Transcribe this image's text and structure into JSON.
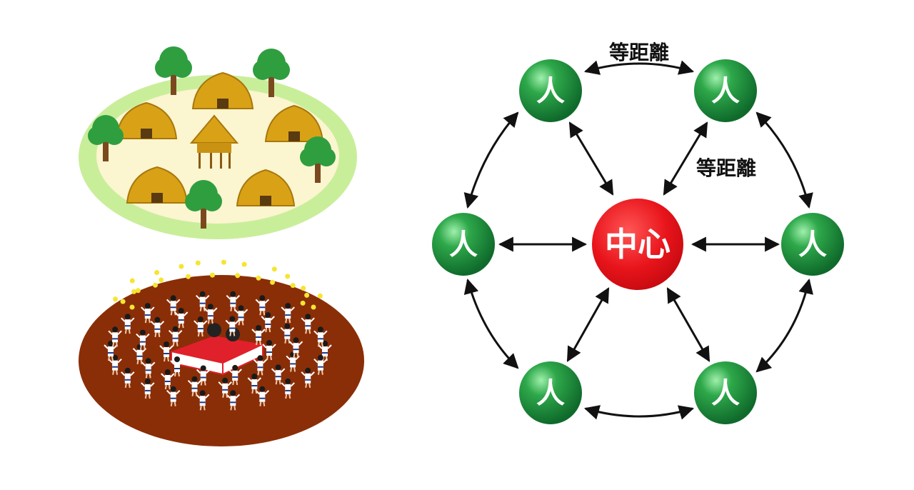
{
  "diagram": {
    "center_label": "中心",
    "node_label": "人",
    "nodes": [
      {
        "id": "top-left"
      },
      {
        "id": "top-right"
      },
      {
        "id": "right"
      },
      {
        "id": "bottom-right"
      },
      {
        "id": "bottom-left"
      },
      {
        "id": "left"
      }
    ],
    "edge_label_top": "等距離",
    "edge_label_spoke": "等距離"
  },
  "illustrations": {
    "village": "village-illustration",
    "festival": "festival-dance-illustration"
  },
  "colors": {
    "node_green": "#1a8a3a",
    "node_green_light": "#7ddc8f",
    "center_red": "#e8141b",
    "arrow": "#111111",
    "village_grass": "#c9ee9a",
    "village_ground": "#fbf5d0",
    "hut": "#d9a216",
    "tree": "#2f9e3f",
    "trunk": "#7a4a1e",
    "festival_ground": "#8a2e08",
    "stage_red": "#e0202a",
    "lantern": "#f6e531"
  }
}
